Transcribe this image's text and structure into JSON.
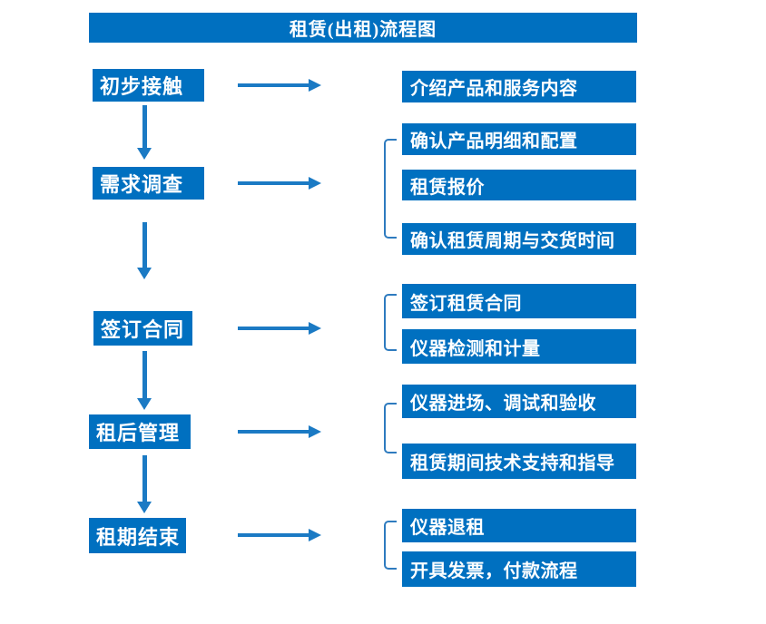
{
  "title": "租赁(出租)流程图",
  "colors": {
    "primary": "#0070C0",
    "arrow": "#1B7AC4",
    "bracket": "#2E7BBF",
    "text_on_primary": "#FFFFFF",
    "background": "#FFFFFF"
  },
  "flow": {
    "steps": [
      {
        "label": "初步接触",
        "details": [
          "介绍产品和服务内容"
        ]
      },
      {
        "label": "需求调查",
        "details": [
          "确认产品明细和配置",
          "租赁报价",
          "确认租赁周期与交货时间"
        ]
      },
      {
        "label": "签订合同",
        "details": [
          "签订租赁合同",
          "仪器检测和计量"
        ]
      },
      {
        "label": "租后管理",
        "details": [
          "仪器进场、调试和验收",
          "租赁期间技术支持和指导"
        ]
      },
      {
        "label": "租期结束",
        "details": [
          "仪器退租",
          "开具发票，付款流程"
        ]
      }
    ]
  }
}
